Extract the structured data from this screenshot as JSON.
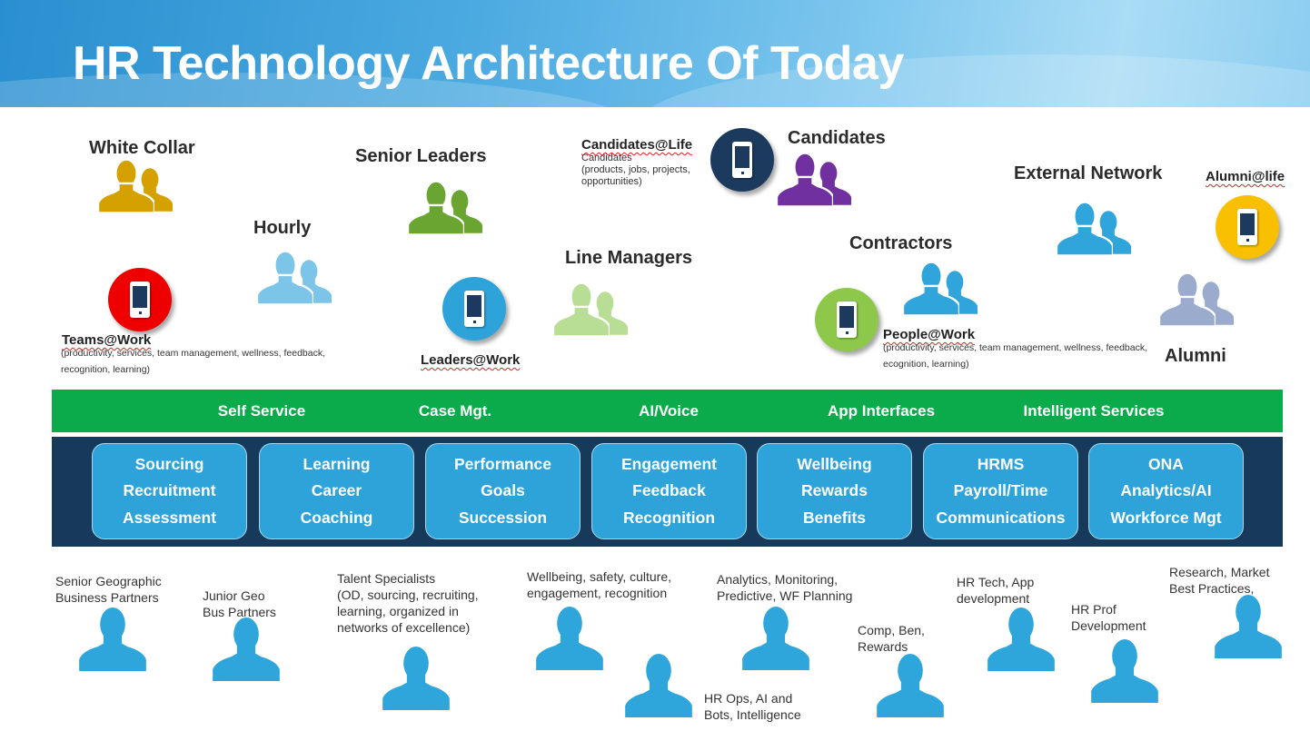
{
  "title": "HR Technology Architecture Of Today",
  "colors": {
    "header": "#4aa9e0",
    "green_bar": "#0bab4b",
    "navy": "#173a5a",
    "box": "#2ea3da",
    "person_blue": "#2ea6dc"
  },
  "groups": {
    "white_collar": {
      "label": "White Collar",
      "color": "#d4a100"
    },
    "hourly": {
      "label": "Hourly",
      "color": "#7cc4e8"
    },
    "senior_leaders": {
      "label": "Senior Leaders",
      "color": "#6aa532"
    },
    "line_managers": {
      "label": "Line Managers",
      "color": "#b8dd94"
    },
    "candidates": {
      "label": "Candidates",
      "color": "#7030a0"
    },
    "contractors": {
      "label": "Contractors",
      "color": "#2fa5dc"
    },
    "external_network": {
      "label": "External Network",
      "color": "#2fa5dc"
    },
    "alumni": {
      "label": "Alumni",
      "color": "#9aabcd"
    }
  },
  "apps": {
    "teams_at_work": {
      "label": "Teams@Work",
      "desc1": "(productivity, services, team management,  wellness, feedback,",
      "desc2": "recognition, learning)",
      "color": "#ee0000",
      "icon": "mobile-phone-icon"
    },
    "leaders_at_work": {
      "label": "Leaders@Work",
      "color": "#2ea3da",
      "icon": "mobile-phone-icon"
    },
    "candidates_at_life": {
      "label": "Candidates@Life",
      "desc1": "Candidates",
      "desc2": "(products, jobs, projects,",
      "desc3": "opportunities)",
      "color": "#1b3a5e",
      "icon": "mobile-phone-icon"
    },
    "people_at_work": {
      "label": "People@Work",
      "desc1": "(productivity, services, team management,  wellness, feedback,",
      "desc2": "ecognition, learning)",
      "color": "#8dc84a",
      "icon": "mobile-phone-icon"
    },
    "alumni_at_life": {
      "label": "Alumni@life",
      "color": "#f8c000",
      "icon": "mobile-phone-icon"
    }
  },
  "channels": [
    "Self Service",
    "Case Mgt.",
    "AI/Voice",
    "App Interfaces",
    "Intelligent Services"
  ],
  "modules": [
    [
      "Sourcing",
      "Recruitment",
      "Assessment"
    ],
    [
      "Learning",
      "Career",
      "Coaching"
    ],
    [
      "Performance",
      "Goals",
      "Succession"
    ],
    [
      "Engagement",
      "Feedback",
      "Recognition"
    ],
    [
      "Wellbeing",
      "Rewards",
      "Benefits"
    ],
    [
      "HRMS",
      "Payroll/Time",
      "Communications"
    ],
    [
      "ONA",
      "Analytics/AI",
      "Workforce Mgt"
    ]
  ],
  "hr_roles": [
    [
      "Senior  Geographic",
      "Business Partners"
    ],
    [
      "Junior Geo",
      "Bus Partners"
    ],
    [
      "Talent Specialists",
      "(OD, sourcing, recruiting,",
      "learning,  organized in",
      "networks  of excellence)"
    ],
    [
      "Wellbeing,  safety,  culture,",
      "engagement,  recognition"
    ],
    [
      "HR Ops, AI and",
      "Bots, Intelligence"
    ],
    [
      "Analytics,  Monitoring,",
      "Predictive,  WF Planning"
    ],
    [
      "Comp,  Ben,",
      "Rewards"
    ],
    [
      "HR Tech, App",
      "development"
    ],
    [
      "HR Prof",
      "Development"
    ],
    [
      "Research, Market",
      "Best Practices,"
    ]
  ]
}
